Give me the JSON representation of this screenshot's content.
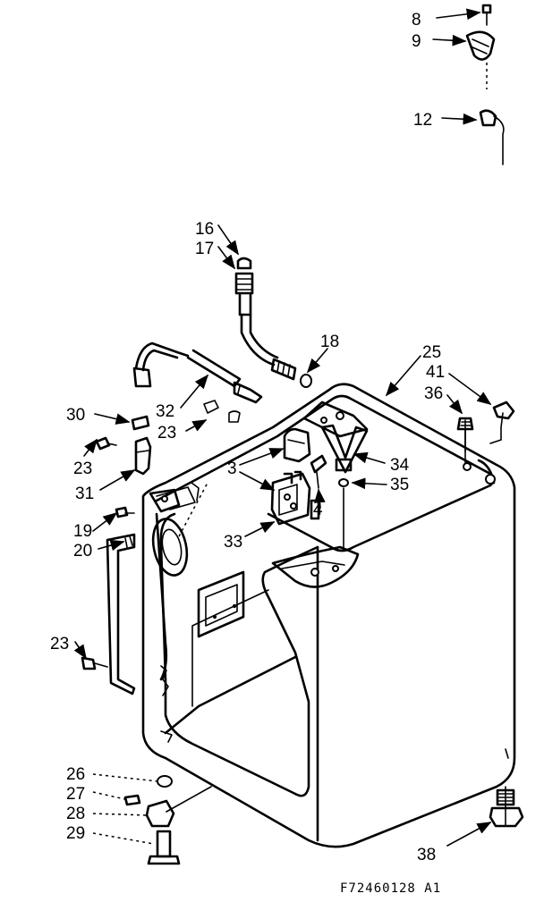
{
  "labels": {
    "p8": "8",
    "p9": "9",
    "p12": "12",
    "p16": "16",
    "p17": "17",
    "p18": "18",
    "p25": "25",
    "p41": "41",
    "p36": "36",
    "p30": "30",
    "p32": "32",
    "p23a": "23",
    "p23b": "23",
    "p31": "31",
    "p3": "3",
    "p34": "34",
    "p35": "35",
    "p4": "4",
    "p33": "33",
    "p19": "19",
    "p20": "20",
    "p23c": "23",
    "p26": "26",
    "p27": "27",
    "p28": "28",
    "p29": "29",
    "p38": "38"
  },
  "drawing_code": "F72460128 A1"
}
